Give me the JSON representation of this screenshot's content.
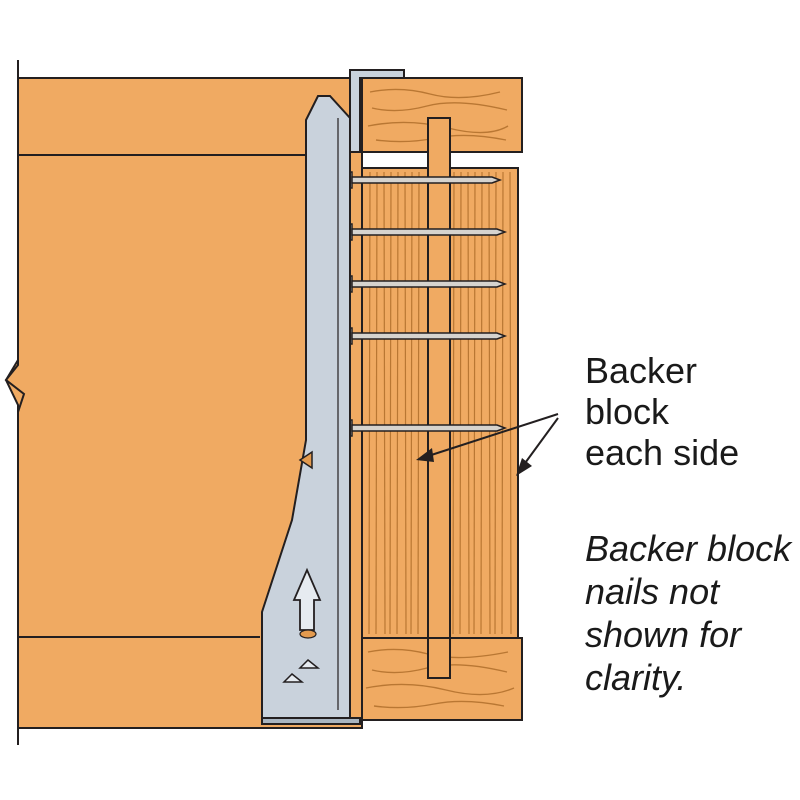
{
  "labels": {
    "backer_block": [
      "Backer",
      "block",
      "each side"
    ],
    "note": [
      "Backer block",
      "nails not",
      "shown for",
      "clarity."
    ]
  },
  "colors": {
    "wood": "#F0AA62",
    "wood_dark": "#E39A4E",
    "grain": "#B97733",
    "outline": "#231F20",
    "steel": "#C9D2DC",
    "steel_shade": "#A9B5C1",
    "nail": "#D6D3CE",
    "background": "#FFFFFF"
  },
  "icons": {
    "hanger": "face-mount-hanger-icon",
    "nail": "nail-icon",
    "break": "break-line-icon",
    "arrow": "leader-arrow-icon"
  }
}
